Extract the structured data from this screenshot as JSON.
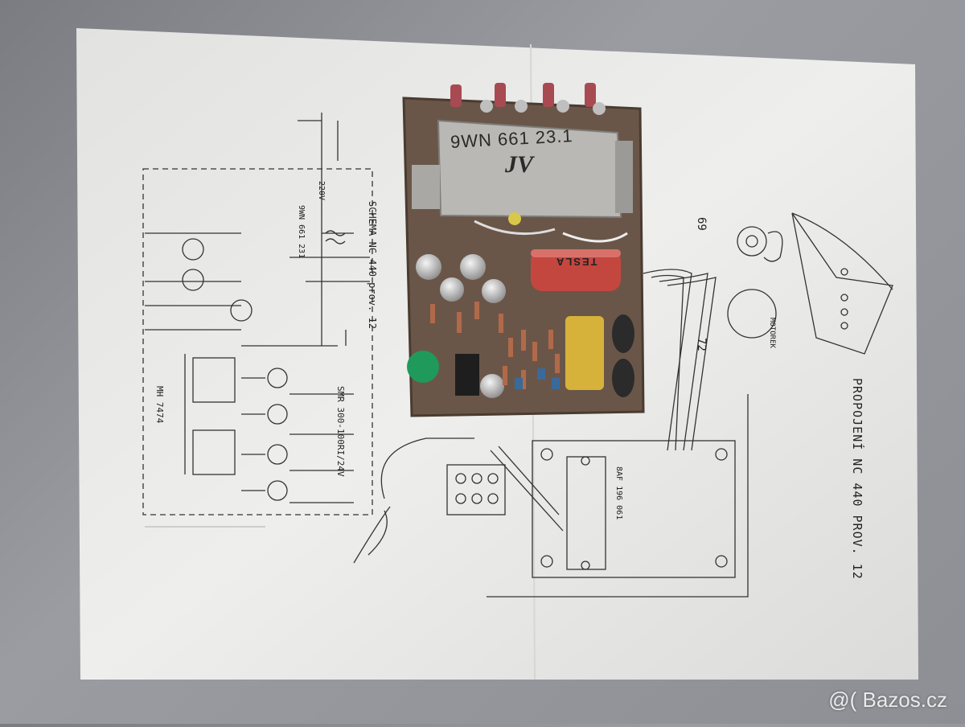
{
  "photo": {
    "relay_marking": "9WN 661 23.1",
    "relay_logo": "JV",
    "capacitor_brand": "TESLA",
    "watermark": "Bazos.cz",
    "watermark_symbol": "@(",
    "schematic": {
      "title": "SCHEMA NC 440 prov. 12",
      "module": "SMR 300-100RI/24V",
      "mh": "MH 7474",
      "transformer": "9WN 661 231",
      "voltage": "220V"
    },
    "wiring": {
      "title": "PROPOJENÍ NC 440 PROV. 12",
      "part": "8AF 196 061",
      "motor_label": "MOTOREK",
      "ref_69": "69",
      "ref_72": "72"
    }
  }
}
